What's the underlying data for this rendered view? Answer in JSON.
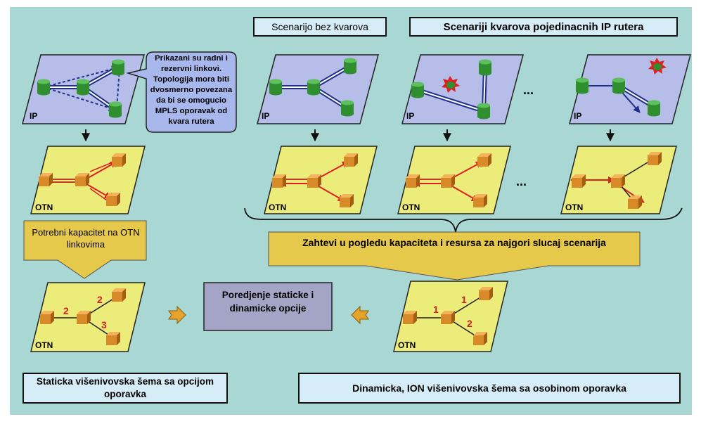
{
  "labels": {
    "scenario_no_fault": "Scenarijo bez kvarova",
    "scenario_faults": "Scenariji kvarova pojedinacnih IP rutera",
    "callout": "Prikazani su radni i rezervni linkovi. Topologija mora biti dvosmerno povezana da bi se omogucio MPLS oporavak od kvara rutera",
    "needed_capacity": "Potrebni kapacitet na OTN linkovima",
    "worst_case": "Zahtevi u pogledu kapaciteta i resursa za najgori slucaj scenarija",
    "compare": "Poredjenje staticke i dinamicke opcije",
    "static_scheme": "Staticka višenivovska šema sa opcijom oporavka",
    "dynamic_scheme": "Dinamicka, ION višenivovska šema sa osobinom oporavka"
  },
  "layers": {
    "ip": "IP",
    "otn": "OTN"
  },
  "ellipsis": "...",
  "link_numbers": {
    "static": [
      "2",
      "2",
      "3"
    ],
    "dynamic": [
      "1",
      "1",
      "2"
    ]
  },
  "colors": {
    "background": "#a9d8d4",
    "ip_plane": "#b5bde8",
    "otn_plane": "#ecec7a",
    "router": "#2f8f2f",
    "otn_node": "#d98a28",
    "otn_link": "#e02020",
    "ip_link": "#1f2f8a",
    "box_fill": "#d6ecf6",
    "callout_fill": "#a9b8ec",
    "arrow_fill": "#e6c94a",
    "compare_fill": "#a4a4c6",
    "fault": "#e02020"
  }
}
